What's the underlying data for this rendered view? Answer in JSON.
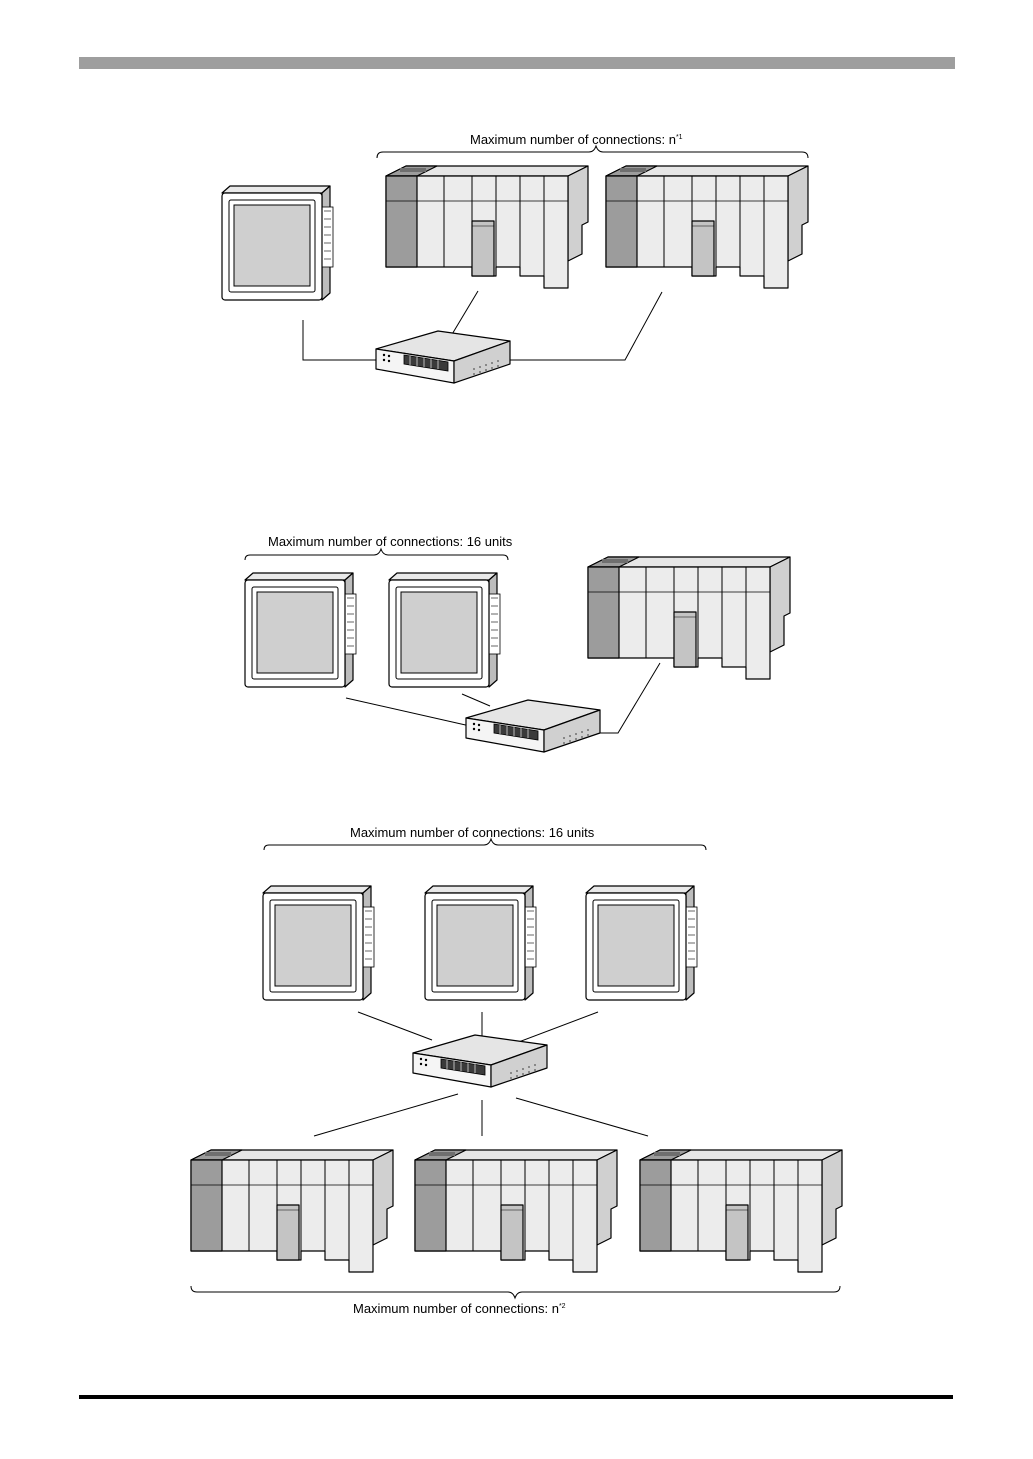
{
  "page": {
    "header_bar_color": "#9e9e9e",
    "footer_rule_color": "#000000"
  },
  "diagram1": {
    "label_prefix": "Maximum number of connections: n",
    "label_sup": "*1"
  },
  "diagram2": {
    "label": "Maximum number of connections: 16 units"
  },
  "diagram3": {
    "top_label": "Maximum number of connections: 16 units",
    "bottom_label_prefix": "Maximum number of connections: n",
    "bottom_label_sup": "*2"
  },
  "icons": [
    "touch-panel-display-icon",
    "plc-rack-icon",
    "ethernet-hub-icon"
  ]
}
